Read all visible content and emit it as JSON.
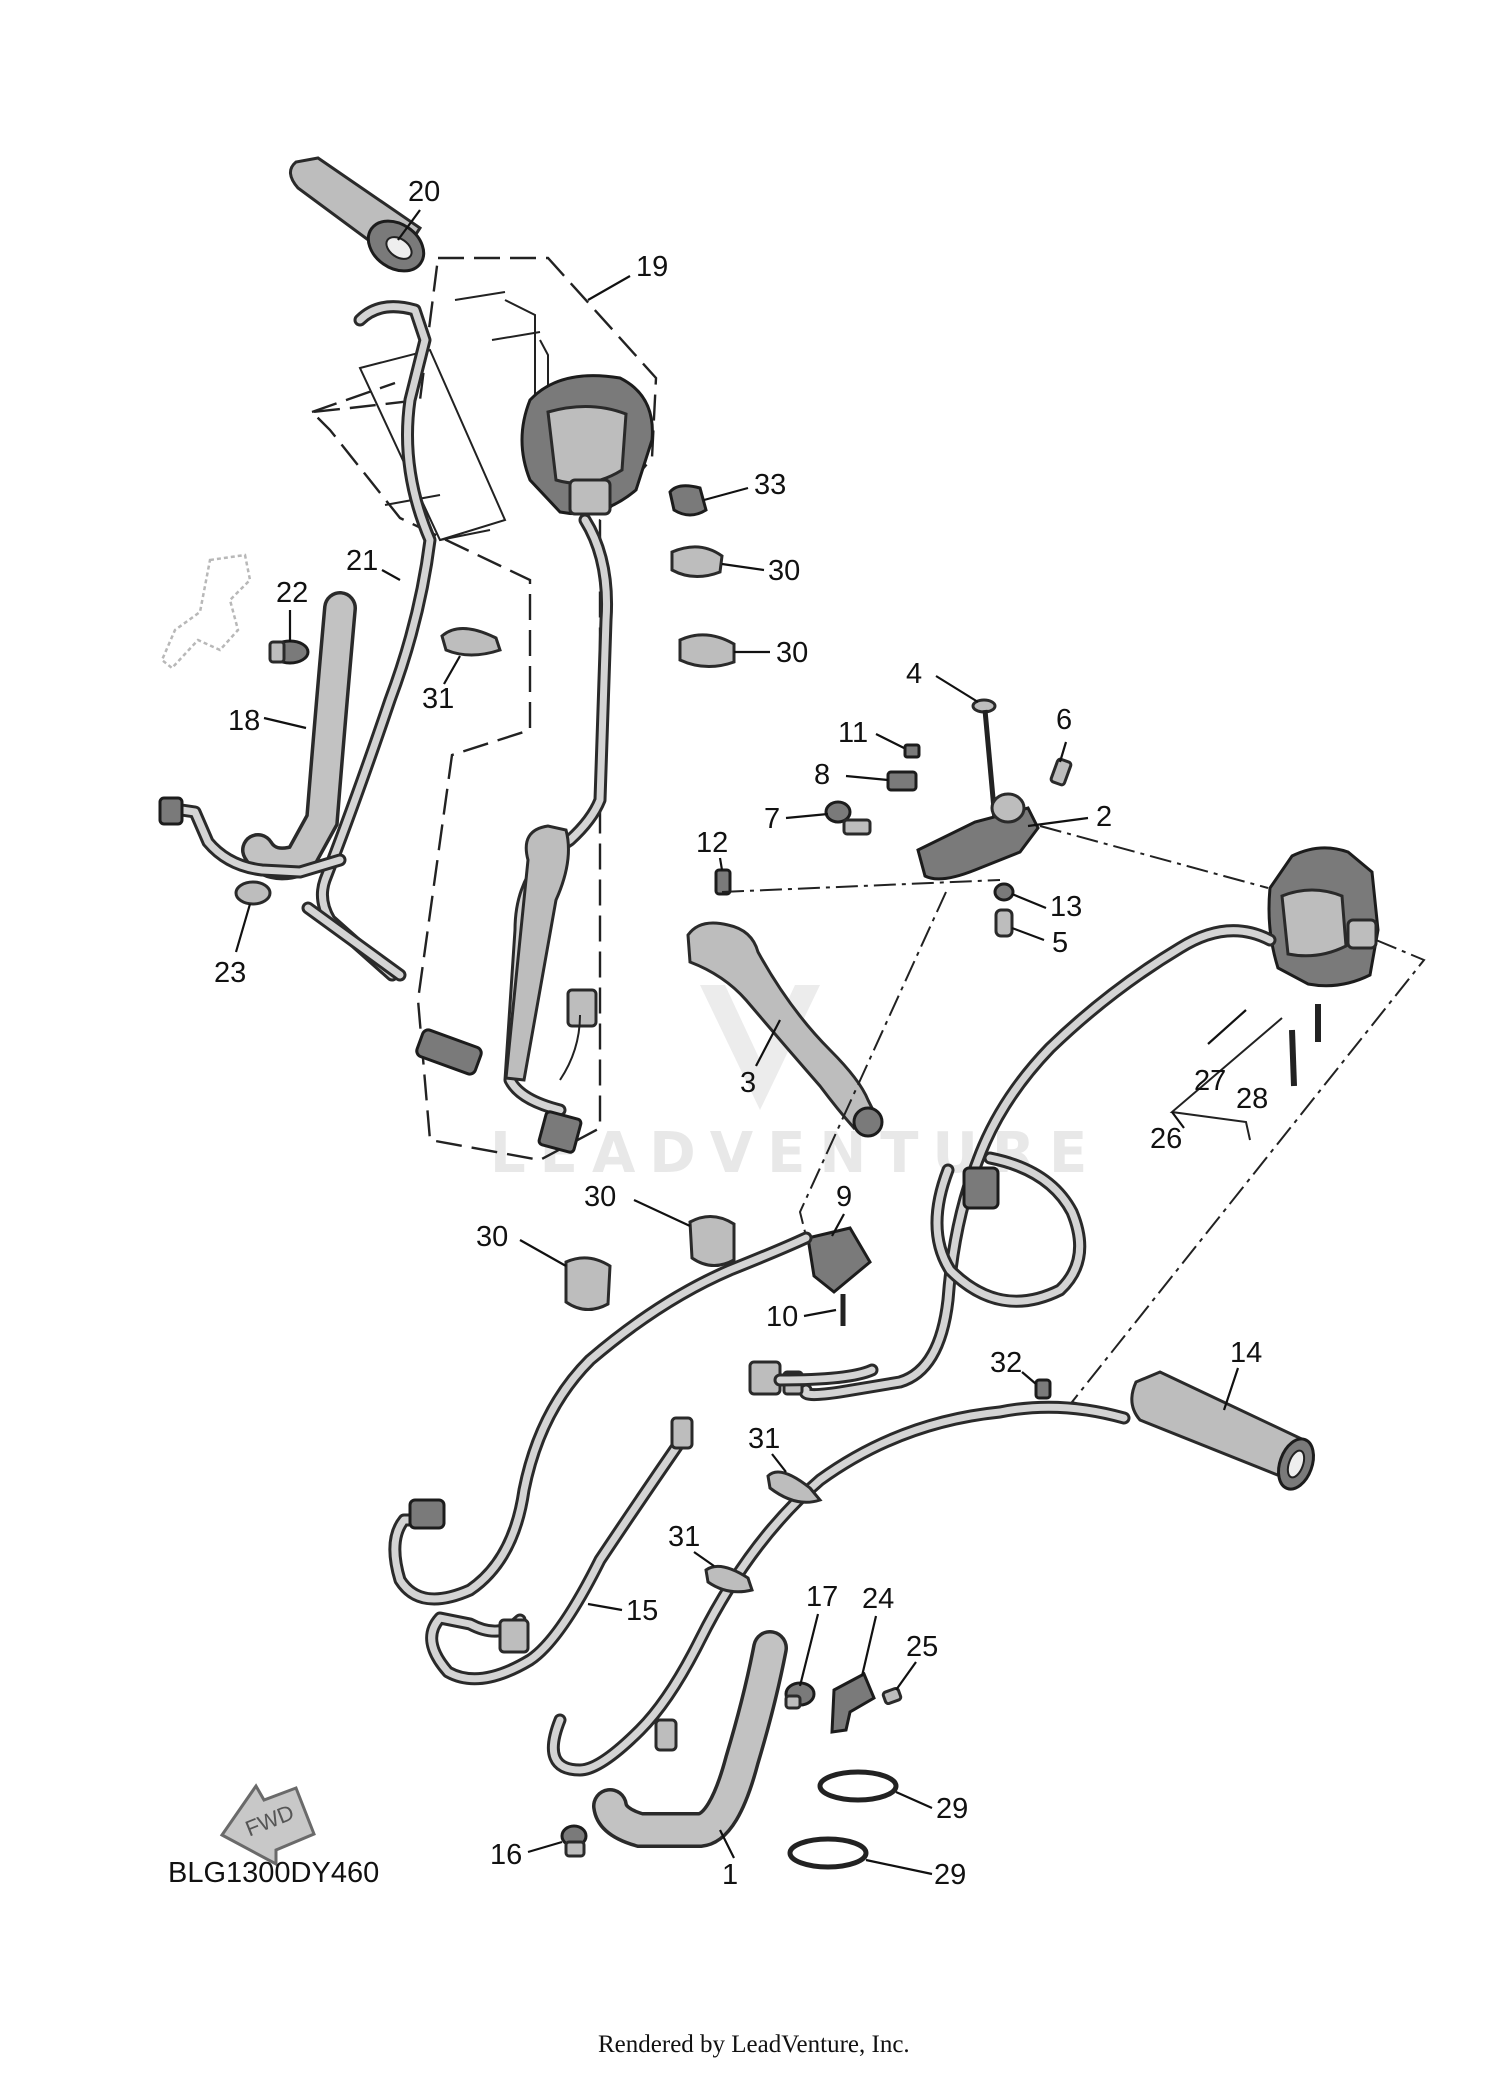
{
  "diagram_code": "BLG1300DY460",
  "footer_text": "Rendered by LeadVenture, Inc.",
  "watermark_text": "LEADVENTURE",
  "fwd_label": "FWD",
  "callouts": [
    {
      "id": "20",
      "text": "20"
    },
    {
      "id": "19",
      "text": "19"
    },
    {
      "id": "33",
      "text": "33"
    },
    {
      "id": "30a",
      "text": "30"
    },
    {
      "id": "30b",
      "text": "30"
    },
    {
      "id": "21",
      "text": "21"
    },
    {
      "id": "22",
      "text": "22"
    },
    {
      "id": "31a",
      "text": "31"
    },
    {
      "id": "18",
      "text": "18"
    },
    {
      "id": "23",
      "text": "23"
    },
    {
      "id": "4",
      "text": "4"
    },
    {
      "id": "6",
      "text": "6"
    },
    {
      "id": "11",
      "text": "11"
    },
    {
      "id": "8",
      "text": "8"
    },
    {
      "id": "7",
      "text": "7"
    },
    {
      "id": "2",
      "text": "2"
    },
    {
      "id": "12",
      "text": "12"
    },
    {
      "id": "13",
      "text": "13"
    },
    {
      "id": "5",
      "text": "5"
    },
    {
      "id": "3",
      "text": "3"
    },
    {
      "id": "27",
      "text": "27"
    },
    {
      "id": "28",
      "text": "28"
    },
    {
      "id": "26",
      "text": "26"
    },
    {
      "id": "30c",
      "text": "30"
    },
    {
      "id": "9",
      "text": "9"
    },
    {
      "id": "30d",
      "text": "30"
    },
    {
      "id": "10",
      "text": "10"
    },
    {
      "id": "32",
      "text": "32"
    },
    {
      "id": "14",
      "text": "14"
    },
    {
      "id": "31b",
      "text": "31"
    },
    {
      "id": "31c",
      "text": "31"
    },
    {
      "id": "15",
      "text": "15"
    },
    {
      "id": "17",
      "text": "17"
    },
    {
      "id": "24",
      "text": "24"
    },
    {
      "id": "25",
      "text": "25"
    },
    {
      "id": "29a",
      "text": "29"
    },
    {
      "id": "16",
      "text": "16"
    },
    {
      "id": "1",
      "text": "1"
    },
    {
      "id": "29b",
      "text": "29"
    }
  ]
}
